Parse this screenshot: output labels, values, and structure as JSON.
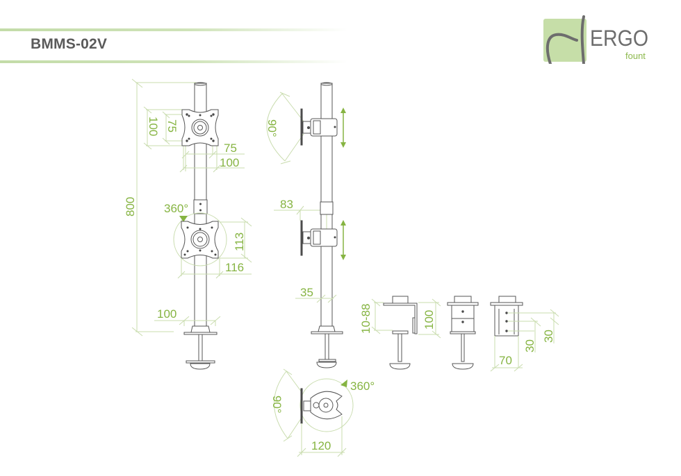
{
  "header": {
    "title": "BMMS-02V"
  },
  "logo": {
    "brand": "ERGO",
    "sub": "fount",
    "colors": {
      "badge": "#c6dea8",
      "brand": "#6d6d6d",
      "sub": "#8cb84c",
      "swoosh": "#6d6d6d"
    }
  },
  "colors": {
    "dimension_line": "#c9dcae",
    "dimension_text": "#86b442",
    "part_outline": "#555555",
    "header_rule": "#c3dca8"
  },
  "views": {
    "front": {
      "total_height": "800",
      "top_plate_height_outer": "100",
      "top_plate_height_inner": "75",
      "top_plate_width_inner": "75",
      "top_plate_width_outer": "100",
      "rotation": "360°",
      "lower_plate_height": "113",
      "lower_plate_width": "116",
      "base_width": "100"
    },
    "side": {
      "tilt_angle": "90°",
      "arm_offset": "83",
      "pole_diameter": "35"
    },
    "clamp": {
      "desk_thickness": "10-88",
      "clamp_height": "100",
      "clamp_width": "70",
      "hole_spacing_a": "30",
      "hole_spacing_b": "30"
    },
    "top": {
      "tilt_angle": "90°",
      "rotation": "360°",
      "width": "120"
    }
  }
}
